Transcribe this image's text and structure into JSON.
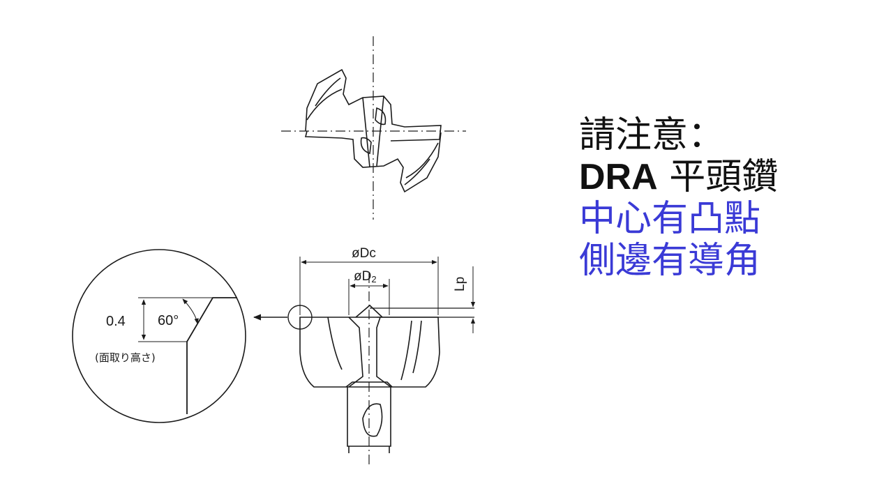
{
  "drawing": {
    "labels": {
      "dc": "øDc",
      "d2": "øD",
      "d2_sub": "2",
      "lp": "Lp",
      "chamfer_height": "0.4",
      "chamfer_angle": "60°",
      "chamfer_caption": "(面取り高さ)"
    }
  },
  "note": {
    "line1": "請注意：",
    "line2_bold": "DRA",
    "line2_rest": " 平頭鑽",
    "line3": "中心有凸點",
    "line4": "側邊有導角"
  },
  "colors": {
    "line": "#1a1a1a",
    "accent_blue": "#3a3ad6",
    "text_black": "#111111"
  }
}
